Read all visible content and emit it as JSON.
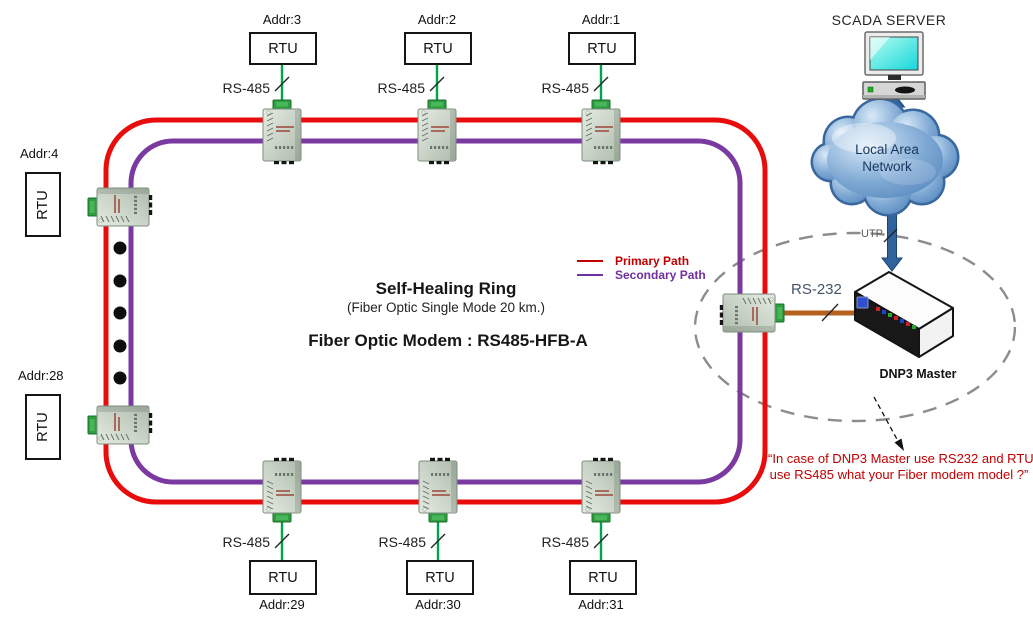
{
  "title": {
    "heading": "Self-Healing Ring",
    "subheading": "(Fiber Optic Single Mode 20 km.)",
    "modem_line": "Fiber Optic Modem : RS485-HFB-A"
  },
  "legend": {
    "primary": {
      "label": "Primary Path",
      "color": "#c00000"
    },
    "secondary": {
      "label": "Secondary Path",
      "color": "#7030a0"
    }
  },
  "colors": {
    "primary_ring": "#e80c0c",
    "secondary_ring": "#7a3aa0",
    "rs485_line": "#00a44e",
    "rs232_line": "#b4611f",
    "arrow_blue": "#2e639c"
  },
  "scada": {
    "label": "SCADA  SERVER"
  },
  "cloud": {
    "label_line1": "Local Area",
    "label_line2": "Network"
  },
  "utp_label": "UTP",
  "rs232_label": "RS-232",
  "dnp3_label": "DNP3 Master",
  "rtu_label": "RTU",
  "rs485_label": "RS-485",
  "note": {
    "line1": "“In case of DNP3 Master use RS232 and RTU",
    "line2": "use RS485  what your Fiber modem model ?”"
  },
  "nodes": {
    "top": [
      {
        "addr": "Addr:3"
      },
      {
        "addr": "Addr:2"
      },
      {
        "addr": "Addr:1"
      }
    ],
    "left": [
      {
        "addr": "Addr:4"
      },
      {
        "addr": "Addr:28"
      }
    ],
    "bottom": [
      {
        "addr": "Addr:29"
      },
      {
        "addr": "Addr:30"
      },
      {
        "addr": "Addr:31"
      }
    ]
  }
}
